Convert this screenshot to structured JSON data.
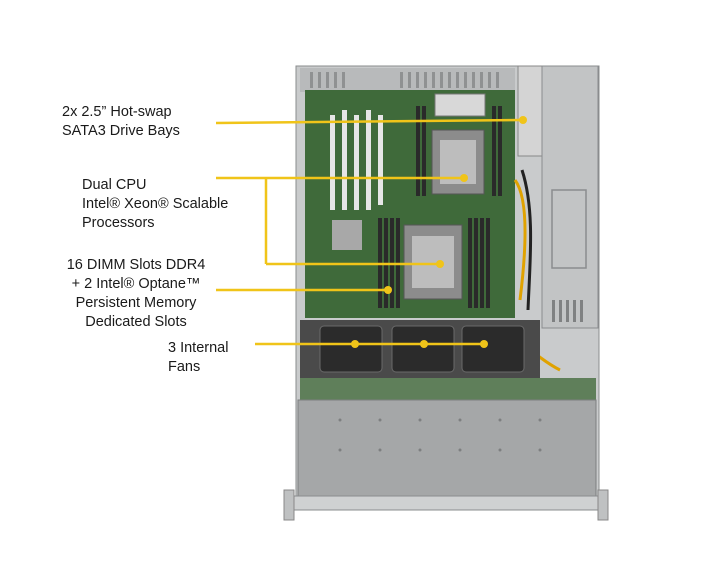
{
  "callouts": {
    "drive_bays": {
      "line1": "2x 2.5” Hot-swap",
      "line2": "SATA3 Drive Bays"
    },
    "cpu": {
      "line1": "Dual CPU",
      "line2": "Intel® Xeon® Scalable",
      "line3": "Processors"
    },
    "dimm": {
      "line1": "16 DIMM Slots DDR4",
      "line2": "+ 2 Intel® Optane™",
      "line3": "Persistent Memory",
      "line4": "Dedicated Slots"
    },
    "fans": {
      "line1": "3 Internal",
      "line2": "Fans"
    }
  },
  "colors": {
    "callout_line": "#f0c419",
    "chassis_gray": "#9a9c9e",
    "board_green": "#3f6a3a"
  }
}
